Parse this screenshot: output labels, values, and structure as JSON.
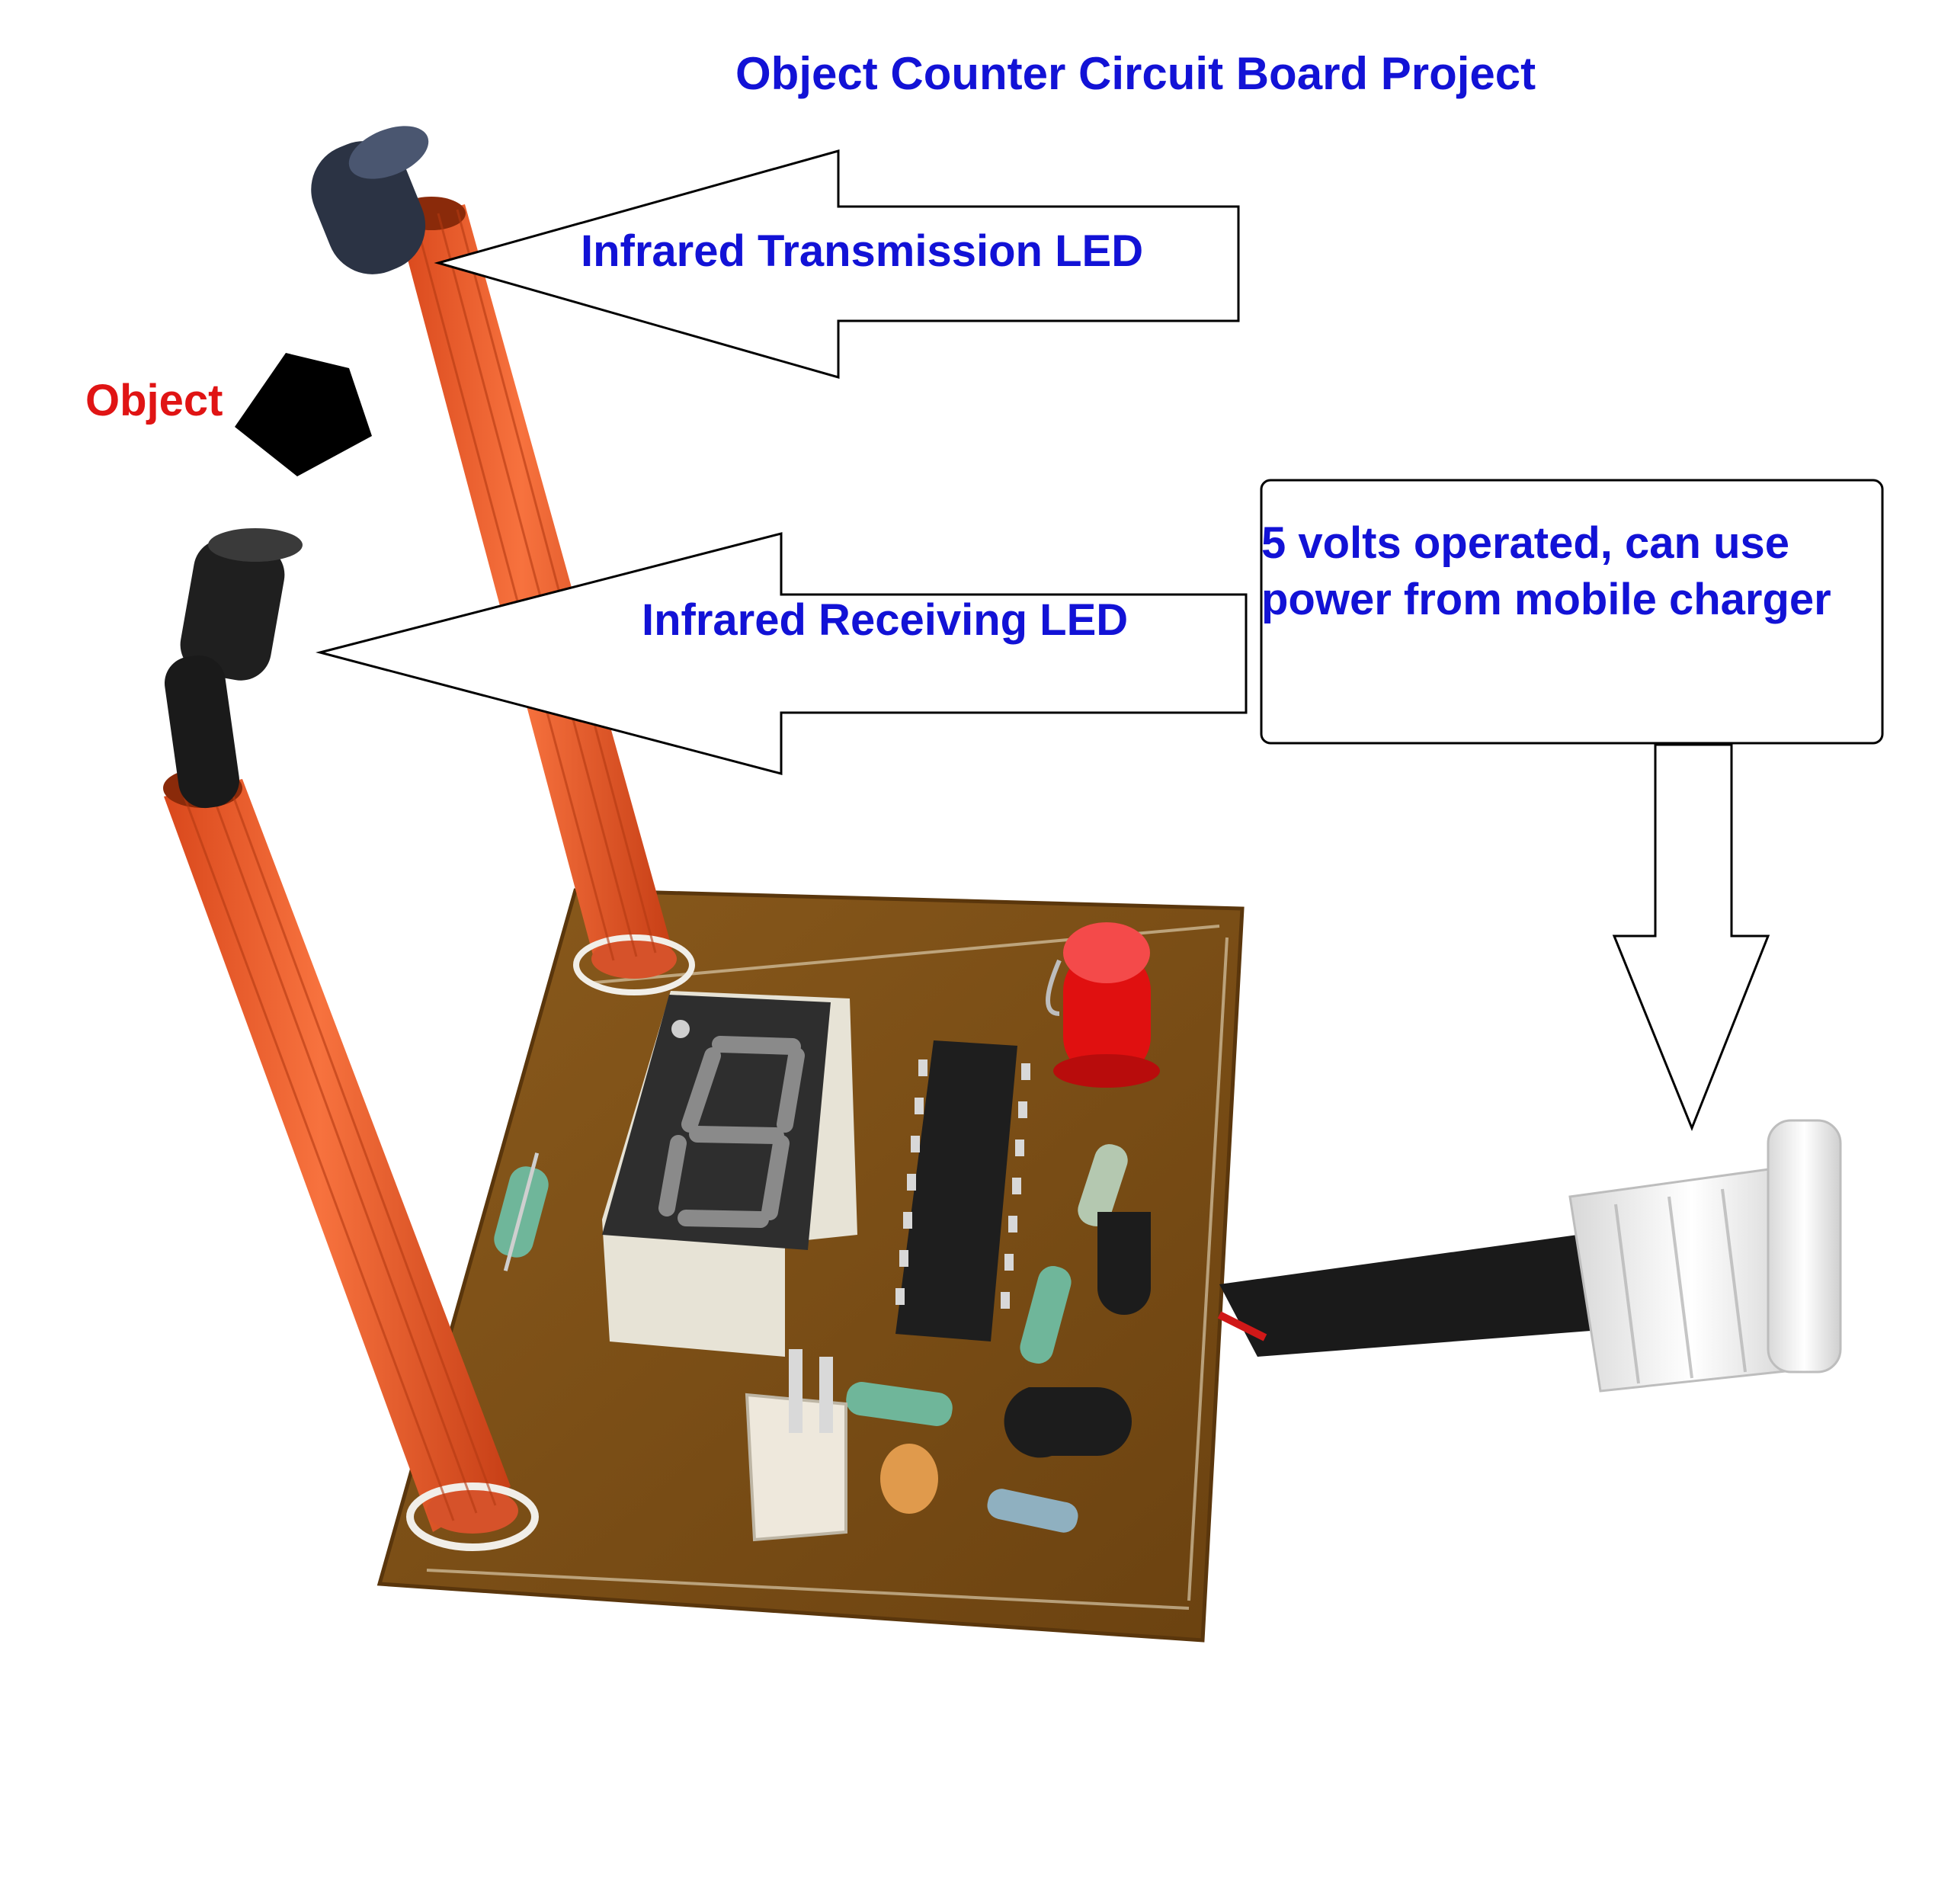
{
  "title": "Object Counter Circuit Board Project",
  "labels": {
    "transmitter": "Infrared Transmission LED",
    "receiver": "Infrared Receiving LED",
    "object": "Object",
    "power_line1": "5 volts operated, can use",
    "power_line2": "power from mobile charger"
  },
  "colors": {
    "label_text": "#1212d6",
    "object_text": "#e01414",
    "pcb": "#7a4e14",
    "standoff": "#f06232",
    "led_red": "#e01010",
    "display": "#2e2e2e"
  },
  "icons": {
    "object": "pentagon",
    "arrow": "block-arrow"
  }
}
